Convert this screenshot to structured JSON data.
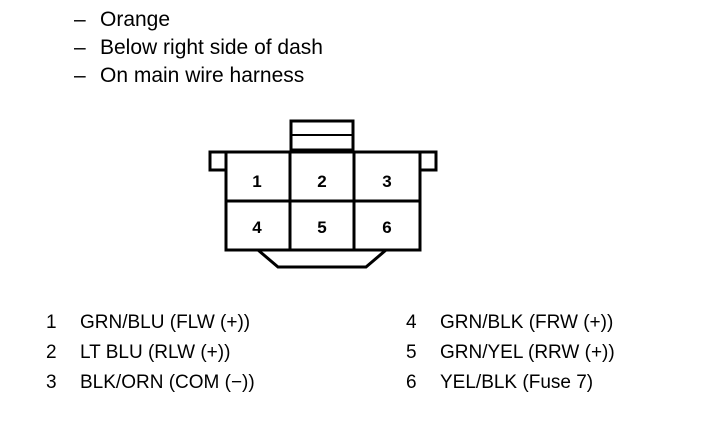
{
  "notes": [
    {
      "dash": "–",
      "text": "Orange"
    },
    {
      "dash": "–",
      "text": "Below right side of dash"
    },
    {
      "dash": "–",
      "text": "On main wire harness"
    }
  ],
  "connector": {
    "pins": [
      "1",
      "2",
      "3",
      "4",
      "5",
      "6"
    ]
  },
  "pinouts": {
    "left": [
      {
        "pin": "1",
        "desc": "GRN/BLU (FLW (+))"
      },
      {
        "pin": "2",
        "desc": "LT BLU (RLW (+))"
      },
      {
        "pin": "3",
        "desc": "BLK/ORN (COM (−))"
      }
    ],
    "right": [
      {
        "pin": "4",
        "desc": "GRN/BLK (FRW (+))"
      },
      {
        "pin": "5",
        "desc": "GRN/YEL (RRW (+))"
      },
      {
        "pin": "6",
        "desc": "YEL/BLK (Fuse 7)"
      }
    ]
  }
}
